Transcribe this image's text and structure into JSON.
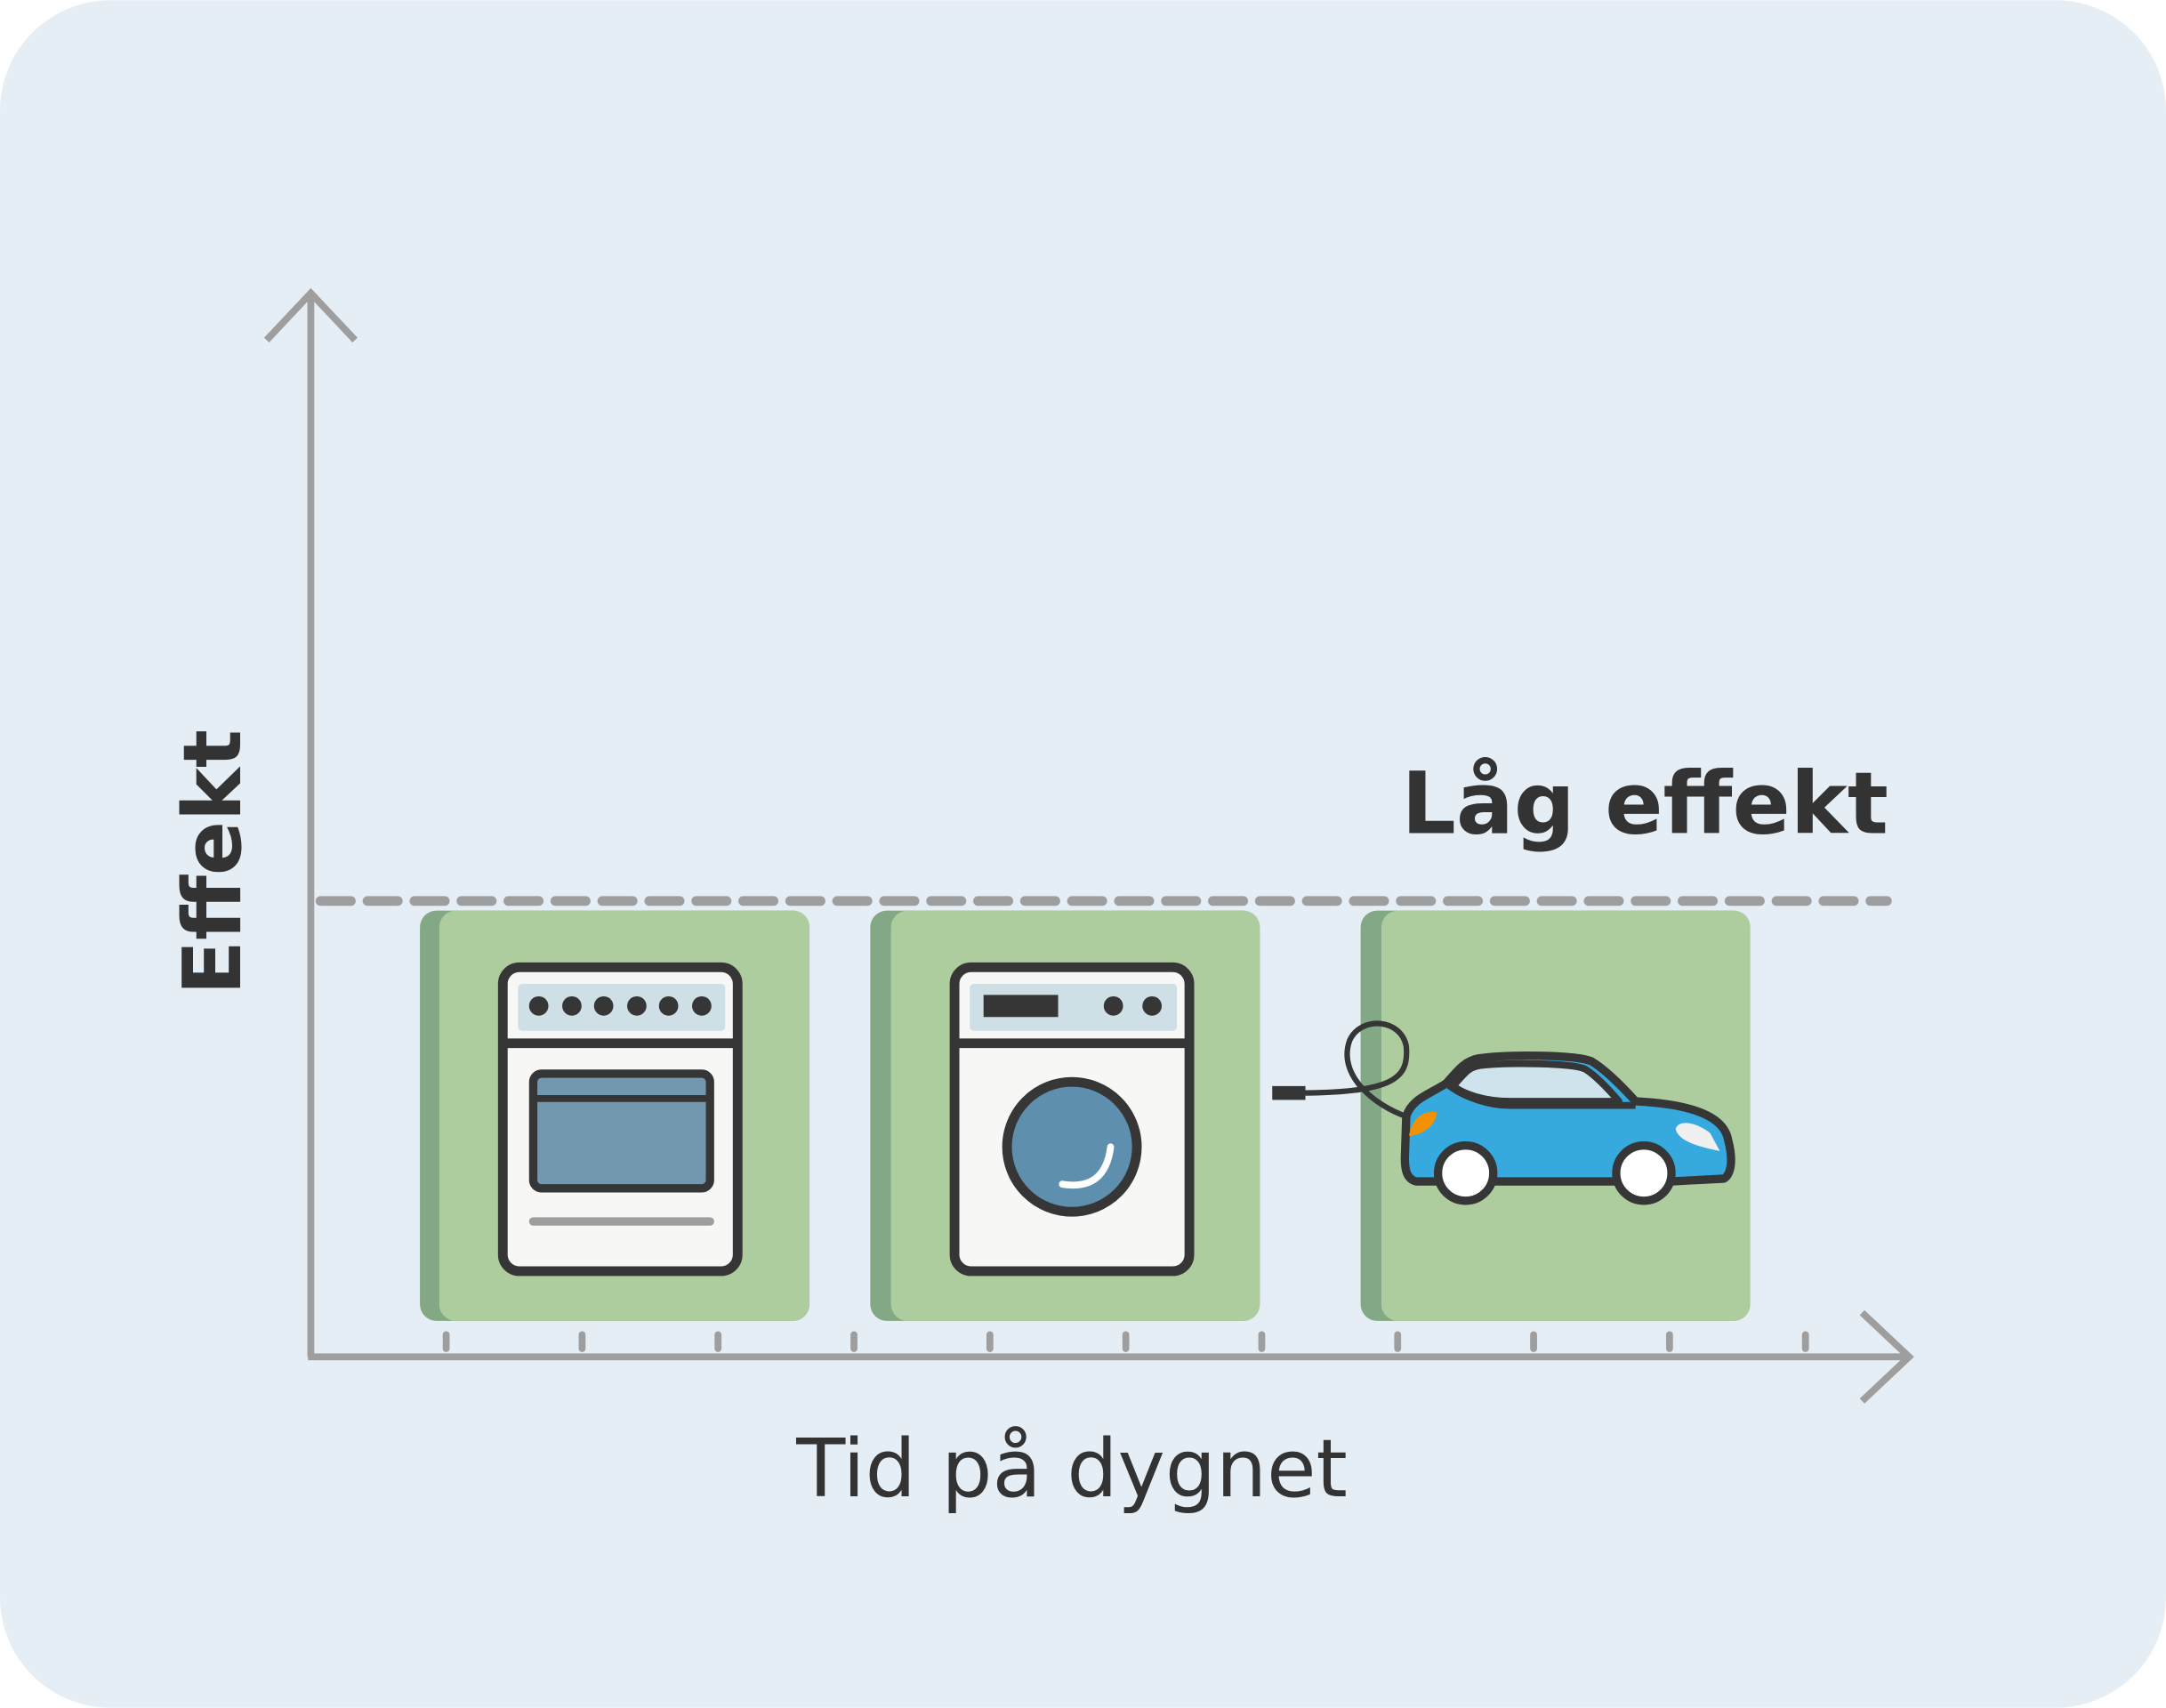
{
  "diagram": {
    "y_axis_label": "Effekt",
    "x_axis_label": "Tid på dygnet",
    "threshold_label": "Låg effekt",
    "appliances": [
      {
        "name": "stove-icon"
      },
      {
        "name": "washing-machine-icon"
      },
      {
        "name": "electric-car-icon"
      }
    ],
    "x_ticks": 11
  },
  "colors": {
    "background": "#e5edf5",
    "axis": "#9e9e9e",
    "box": "#aecd9f",
    "box_shadow": "#82a886",
    "outline": "#363636",
    "car": "#36aadf",
    "window": "#cfdfe6"
  }
}
